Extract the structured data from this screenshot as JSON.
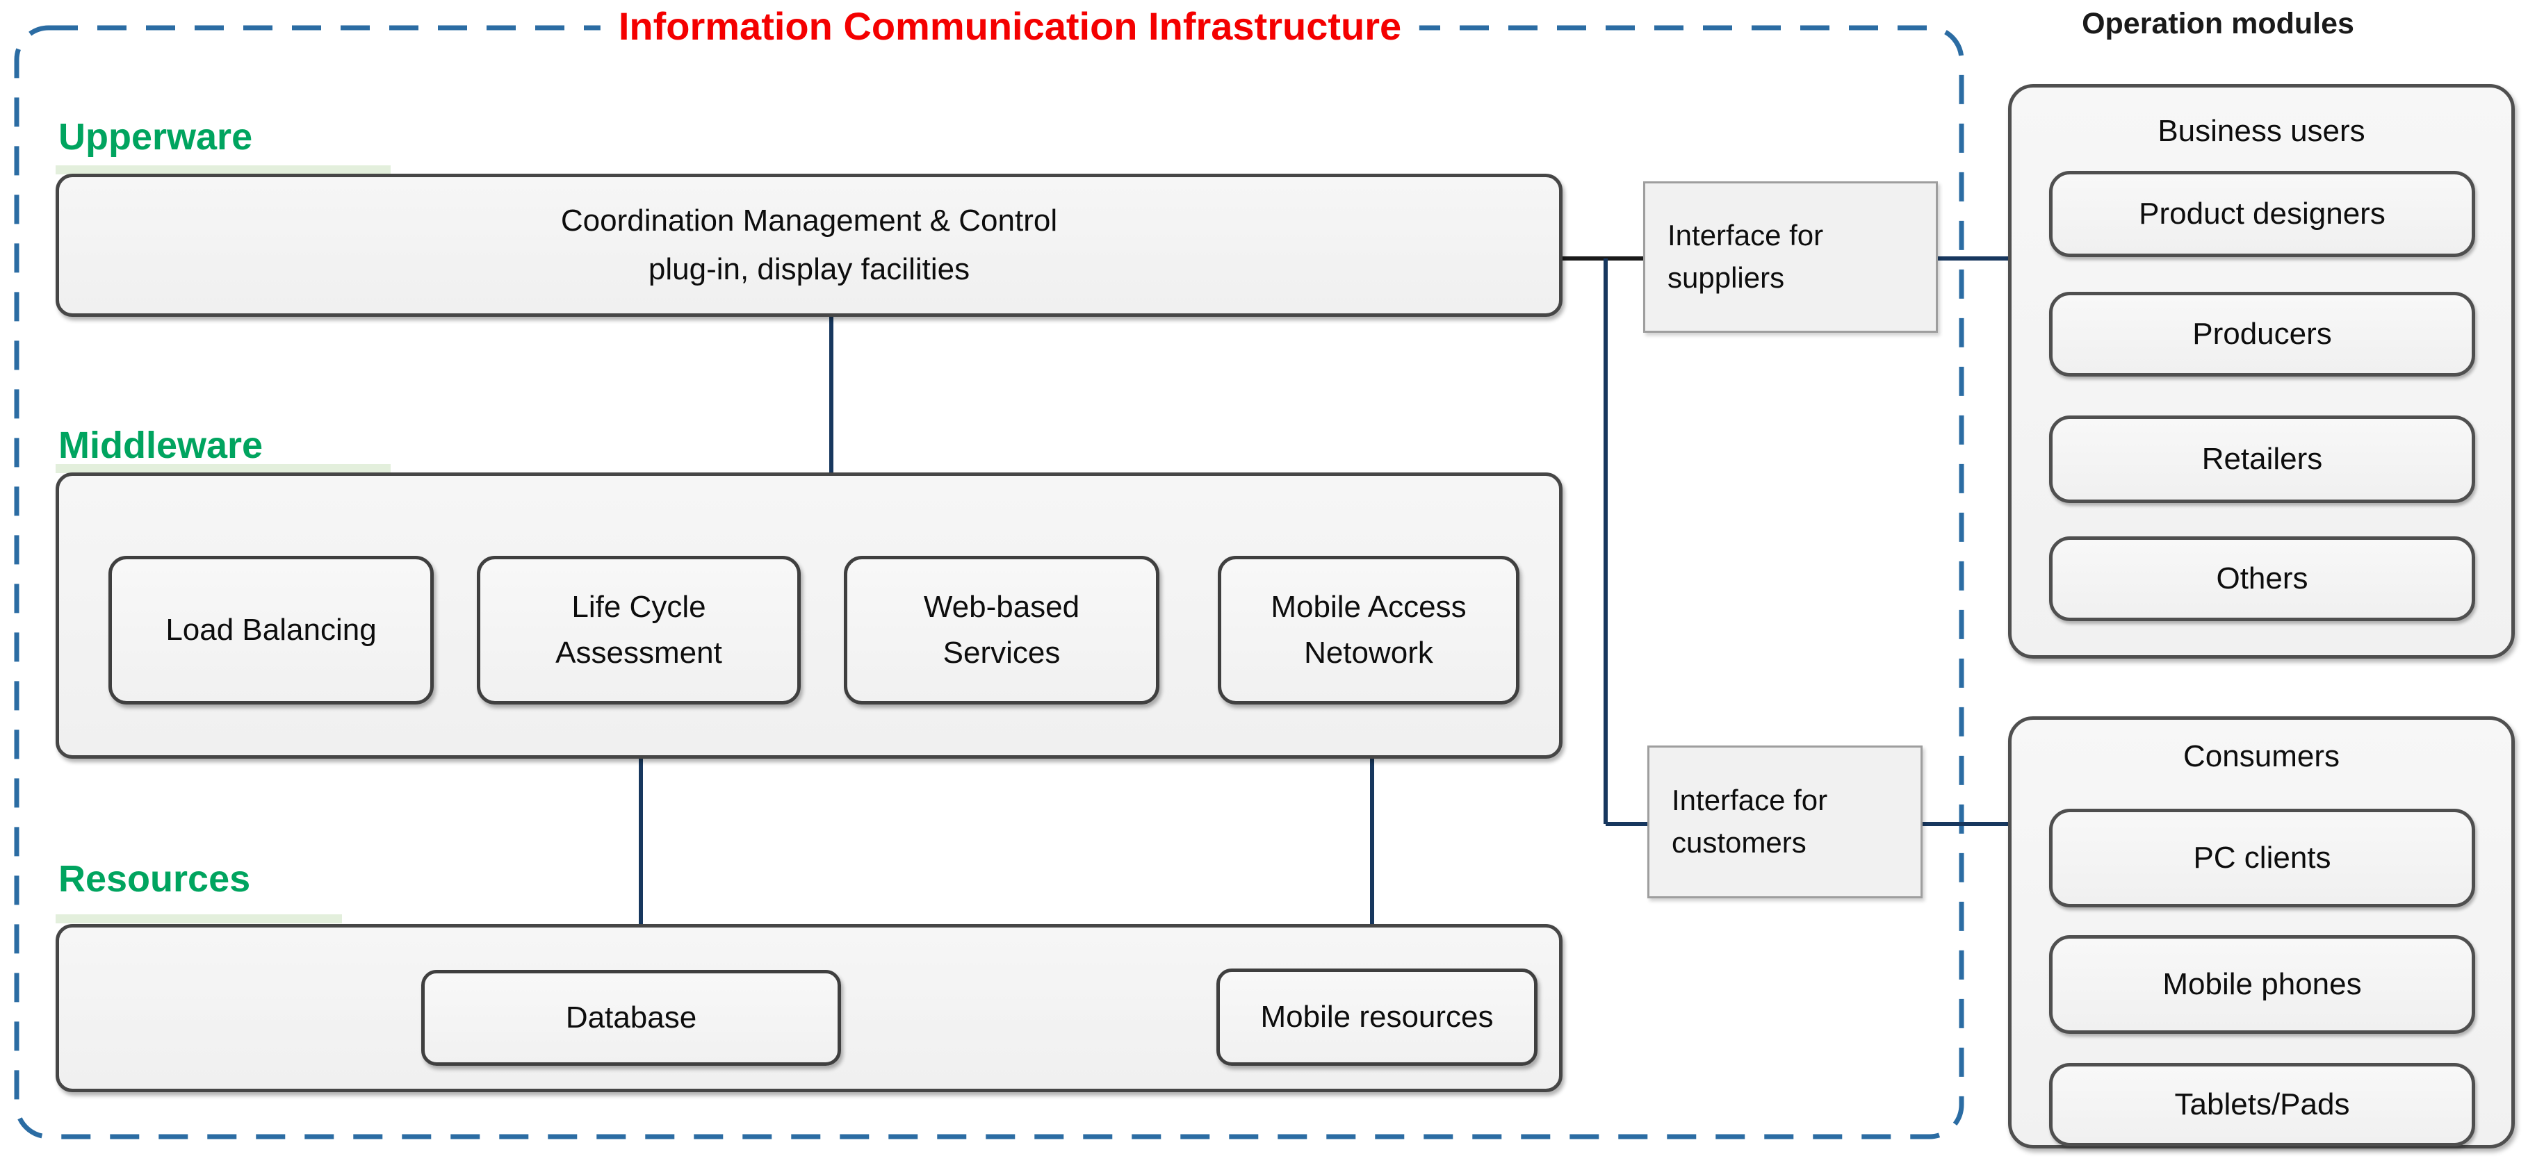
{
  "header": {
    "title": "Information Communication Infrastructure",
    "operation_modules_header": "Operation modules"
  },
  "layers": {
    "upperware": {
      "label": "Upperware",
      "coordination_box": {
        "line1": "Coordination Management & Control",
        "line2": "plug-in, display facilities"
      }
    },
    "middleware": {
      "label": "Middleware",
      "modules": [
        "Load Balancing",
        "Life Cycle\nAssessment",
        "Web-based\nServices",
        "Mobile Access\nNetowork"
      ]
    },
    "resources": {
      "label": "Resources",
      "modules": [
        "Database",
        "Mobile resources"
      ]
    }
  },
  "interfaces": {
    "suppliers": "Interface for\nsuppliers",
    "customers": "Interface for\ncustomers"
  },
  "operation_modules": {
    "business_users": {
      "title": "Business users",
      "items": [
        "Product designers",
        "Producers",
        "Retailers",
        "Others"
      ]
    },
    "consumers": {
      "title": "Consumers",
      "items": [
        "PC clients",
        "Mobile phones",
        "Tablets/Pads"
      ]
    }
  },
  "colors": {
    "title_red": "#f40000",
    "section_green": "#00a45f",
    "dashed_border_blue": "#2b6ca3",
    "connector_navy": "#17375e"
  }
}
